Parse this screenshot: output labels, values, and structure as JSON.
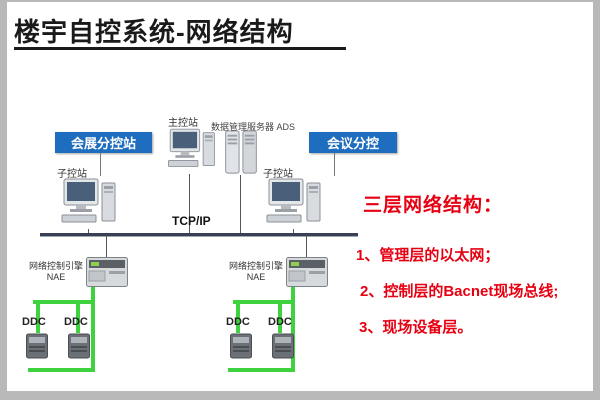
{
  "title": "楼宇自控系统-网络结构",
  "diagram": {
    "left_callout": "会展分控站",
    "right_callout": "会议分控",
    "main_station_label": "主控站",
    "server_label": "数据管理服务器 ADS",
    "sub_station_left_label": "子控站",
    "sub_station_right_label": "子控站",
    "bus_label": "TCP/IP",
    "nae_left_label_line1": "网络控制引擎",
    "nae_left_label_line2": "NAE",
    "nae_right_label_line1": "网络控制引擎",
    "nae_right_label_line2": "NAE",
    "ddc_labels": [
      "DDC",
      "DDC",
      "DDC",
      "DDC"
    ]
  },
  "notes": {
    "heading": "三层网络结构：",
    "items": [
      "1、管理层的以太网；",
      "2、控制层的Bacnet现场总线;",
      "3、现场设备层。"
    ]
  },
  "colors": {
    "accent_blue": "#1e6dbe",
    "accent_red": "#e60012",
    "line_green": "#3fd23f",
    "bus_color": "#3a3f55",
    "title_color": "#1a1a1a"
  }
}
